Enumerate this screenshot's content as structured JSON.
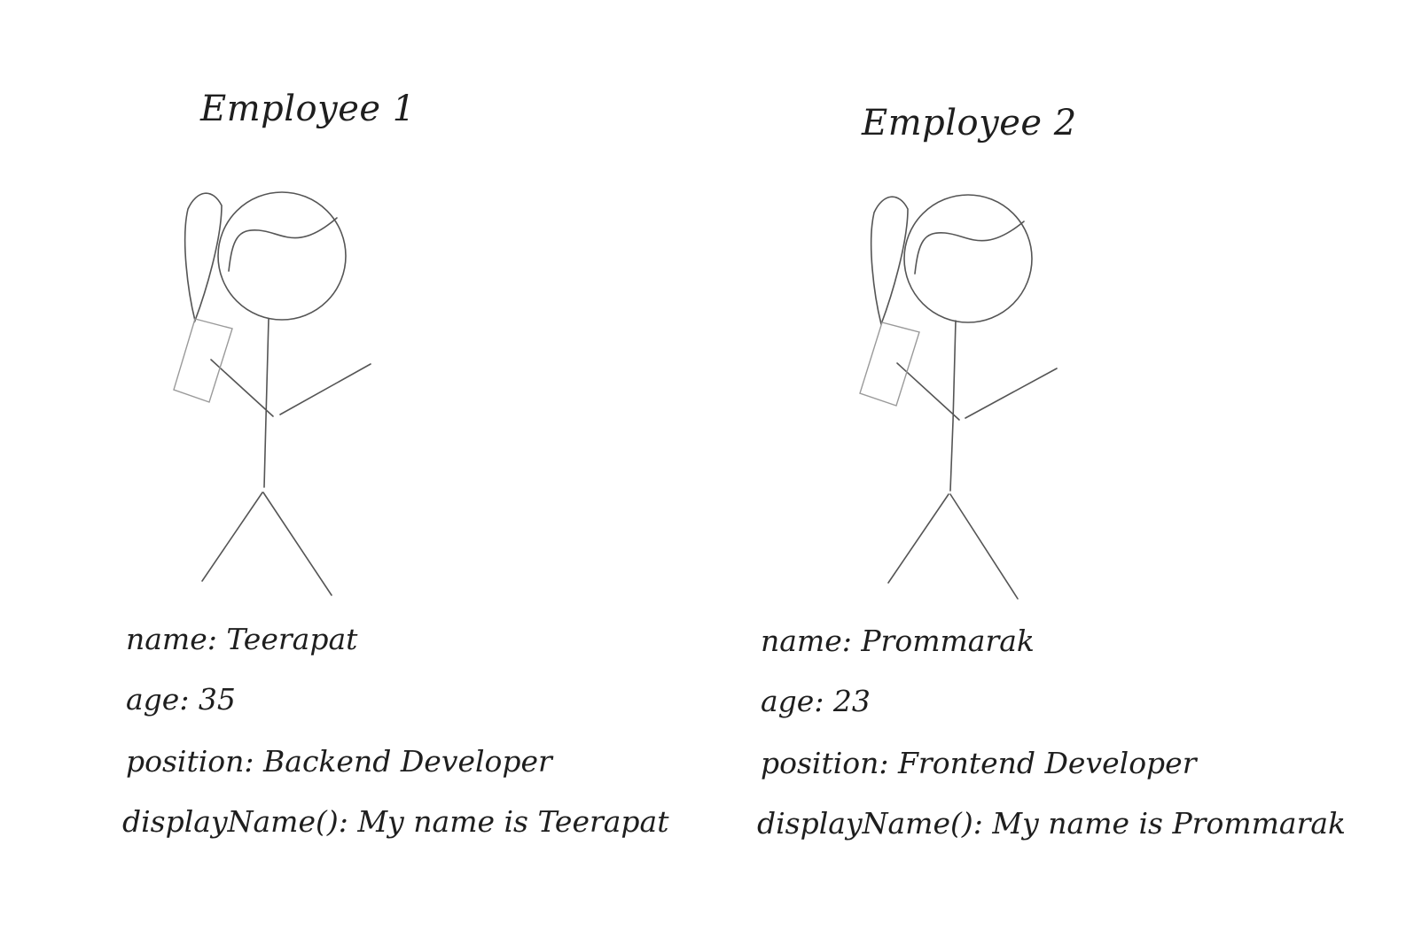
{
  "employees": [
    {
      "title": "Employee 1",
      "name_line": "name: Teerapat",
      "age_line": "age: 35",
      "position_line": "position: Backend Developer",
      "method_line": "displayName(): My name is Teerapat"
    },
    {
      "title": "Employee 2",
      "name_line": "name: Prommarak",
      "age_line": "age: 23",
      "position_line": "position: Frontend Developer",
      "method_line": "displayName(): My name is Prommarak"
    }
  ],
  "colors": {
    "ink": "#1e1e1e",
    "stroke": "#555555",
    "phone": "#9a9a9a"
  },
  "icons": [
    "stick-figure-icon",
    "phone-icon"
  ]
}
